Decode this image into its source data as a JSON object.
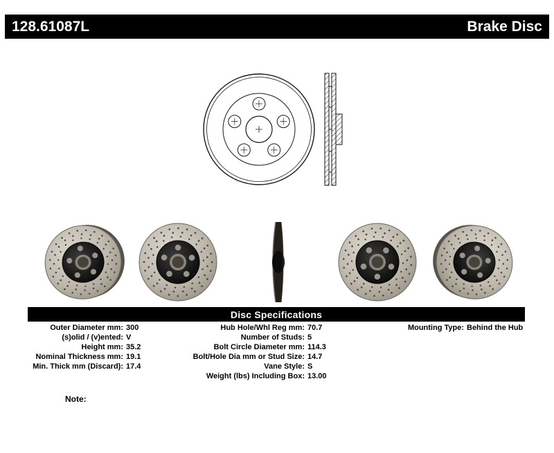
{
  "colors": {
    "bar_bg": "#000000",
    "bar_text": "#ffffff",
    "page_bg": "#ffffff"
  },
  "header": {
    "part_number": "128.61087L",
    "product_type": "Brake Disc"
  },
  "specs": {
    "title": "Disc Specifications",
    "columns": [
      {
        "rows": [
          {
            "label": "Outer Diameter mm:",
            "value": "300"
          },
          {
            "label": "(s)olid / (v)ented:",
            "value": "V"
          },
          {
            "label": "Height mm:",
            "value": "35.2"
          },
          {
            "label": "Nominal Thickness mm:",
            "value": "19.1"
          },
          {
            "label": "Min. Thick mm (Discard):",
            "value": "17.4"
          }
        ]
      },
      {
        "rows": [
          {
            "label": "Hub Hole/Whl Reg mm:",
            "value": "70.7"
          },
          {
            "label": "Number of Studs:",
            "value": "5"
          },
          {
            "label": "Bolt Circle Diameter mm:",
            "value": "114.3"
          },
          {
            "label": "Bolt/Hole Dia mm or Stud Size:",
            "value": "14.7"
          },
          {
            "label": "Vane Style:",
            "value": "S"
          },
          {
            "label": "Weight (lbs) Including Box:",
            "value": "13.00"
          }
        ]
      },
      {
        "rows": [
          {
            "label": "Mounting Type:",
            "value": "Behind the Hub"
          }
        ]
      }
    ]
  },
  "note": {
    "label": "Note:"
  }
}
